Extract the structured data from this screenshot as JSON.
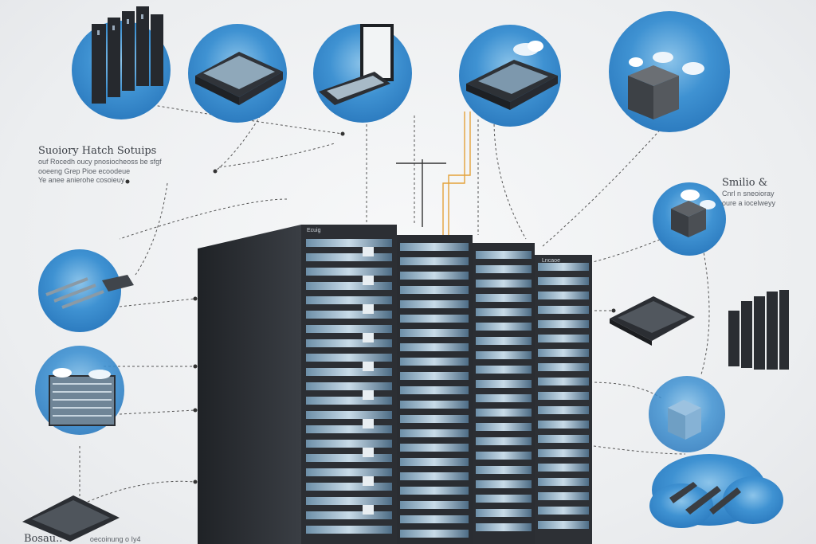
{
  "left_caption": {
    "title": "Suoiory Hatch Sotuips",
    "lines": [
      "ouf Rocedh oucy pnosiocheoss be sfgf",
      "ooeeng Grep Pioe ecoodeue",
      "Ye anee anierohe cosoieuy"
    ]
  },
  "right_caption": {
    "title": "Smilio &",
    "lines": [
      "Cnrl n sneoioray",
      "oure a iocelweyy"
    ]
  },
  "bottom_caption": {
    "title": "Bosau..",
    "lines": [
      "oecoinung o Iy4"
    ]
  },
  "rack_labels": [
    "Ecuig",
    "Lncaoe"
  ],
  "colors": {
    "bubble": "#3a8fd0",
    "rack": "#2b2e33",
    "accent_orange": "#e4a23a"
  }
}
